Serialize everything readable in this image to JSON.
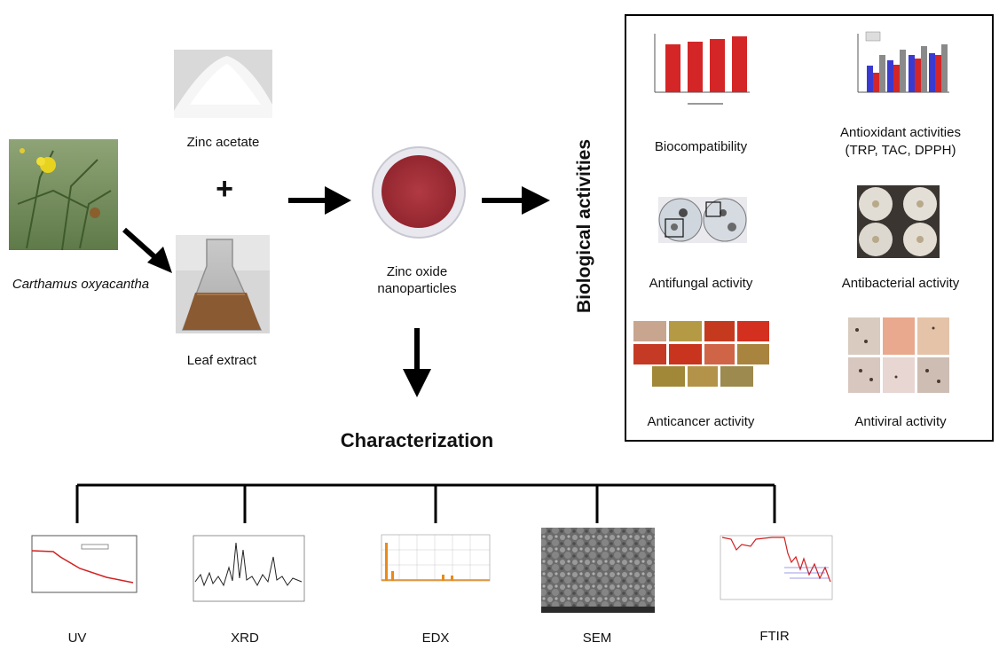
{
  "sources": {
    "plant": "Carthamus oxyacantha",
    "zinc": "Zinc acetate",
    "plus": "+",
    "extract": "Leaf extract"
  },
  "product": {
    "line1": "Zinc oxide",
    "line2": "nanoparticles"
  },
  "bio": {
    "heading": "Biological activities",
    "items": [
      "Biocompatibility",
      "Antioxidant activities",
      "(TRP, TAC, DPPH)",
      "Antifungal activity",
      "Antibacterial activity",
      "Anticancer activity",
      "Antiviral activity"
    ]
  },
  "characterization": {
    "heading": "Characterization",
    "methods": [
      "UV",
      "XRD",
      "EDX",
      "SEM",
      "FTIR"
    ]
  },
  "colors": {
    "powder_red": "#a8323b",
    "bar_red": "#d42626",
    "bar_blue": "#3a3ad0",
    "bar_gray": "#8a8a8a",
    "culture_red": "#c53a1f",
    "spectrum_red": "#d22020",
    "edx_orange": "#e88a1a"
  }
}
